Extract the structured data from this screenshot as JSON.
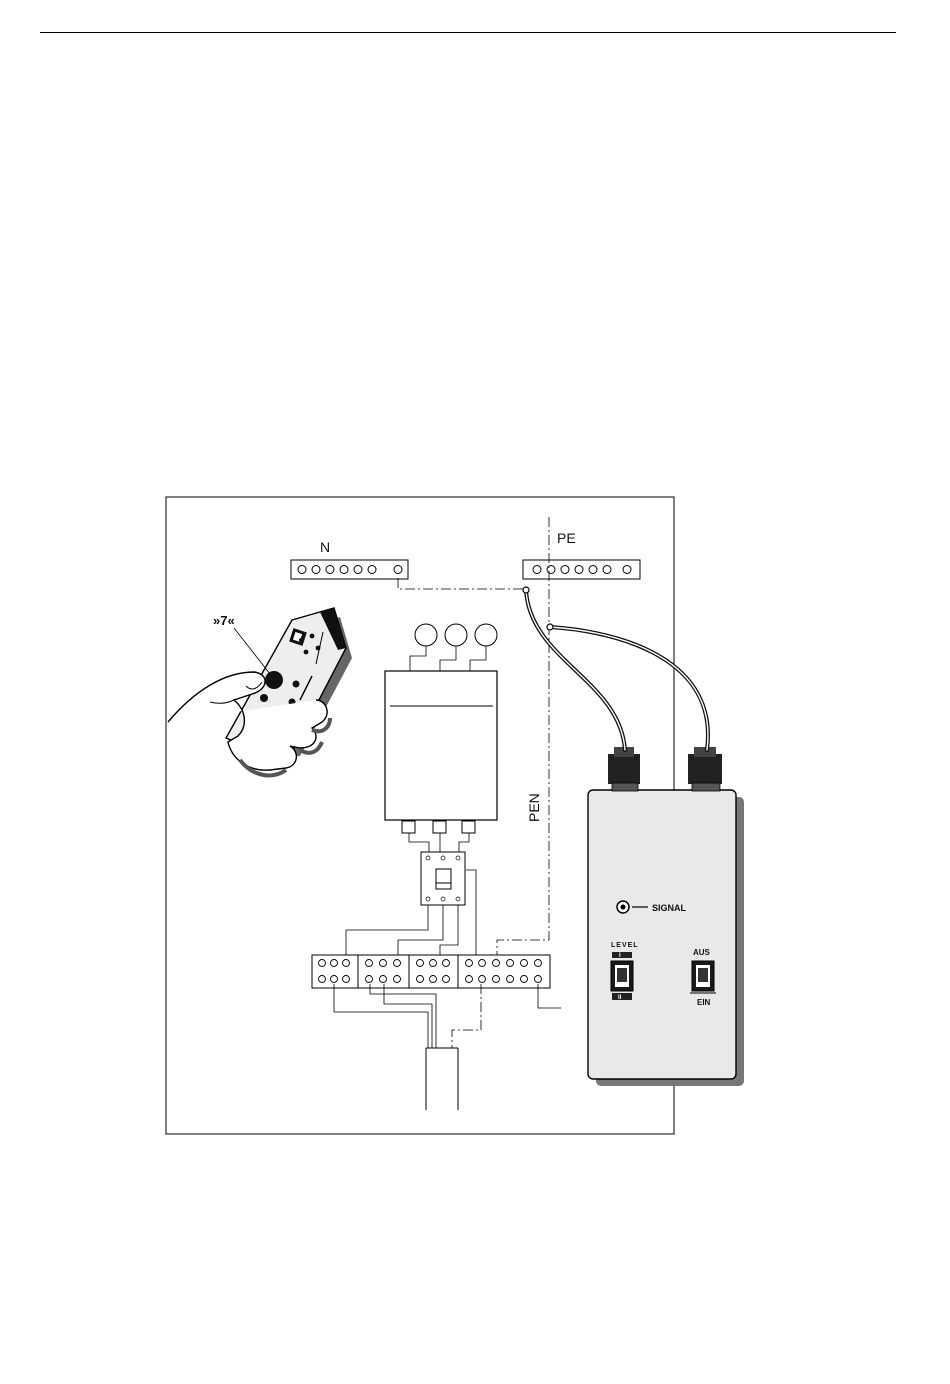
{
  "labels": {
    "n_bar": "N",
    "pe_bar": "PE",
    "pen_line": "PEN",
    "remote_callout": "»7«",
    "signal": "SIGNAL",
    "level": "LEVEL",
    "level_pos1": "I",
    "level_pos2": "II",
    "aus": "AUS",
    "ein": "EIN"
  },
  "icons": {
    "hand_remote": "hand-holding-remote-icon",
    "tester_box": "cable-tester-icon",
    "breaker": "circuit-breaker-icon",
    "meter": "electricity-meter-icon"
  }
}
